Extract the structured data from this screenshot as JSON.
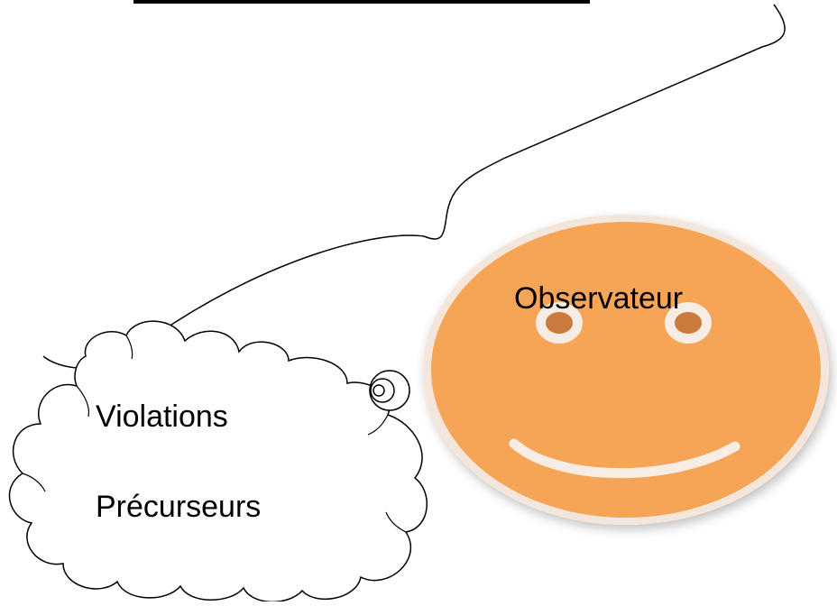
{
  "diagram": {
    "observer_label": "Observateur",
    "thought_items": [
      "Violations",
      "Précurseurs"
    ]
  },
  "colors": {
    "face_fill": "#f6a457",
    "face_rim": "#f5e6dc",
    "eye_white": "#f7ede4",
    "eye_pupil": "#c97a3c",
    "smile": "#f7ede4",
    "line": "#000000"
  }
}
